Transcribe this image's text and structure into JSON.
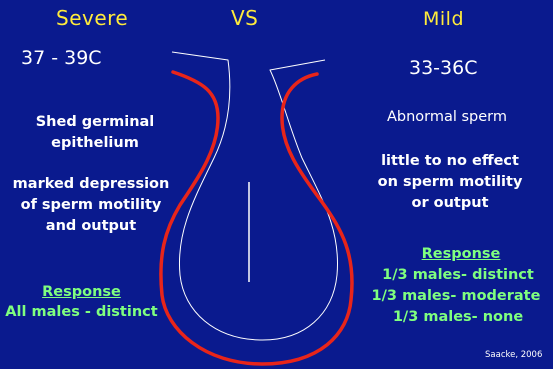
{
  "left": {
    "heading": "Severe",
    "temperature": "37 - 39C",
    "effect1_line1": "Shed germinal",
    "effect1_line2": "epithelium",
    "effect2_line1": "marked depression",
    "effect2_line2": "of sperm motility",
    "effect2_line3": "and output",
    "response_label": "Response",
    "response_text": "All males - distinct"
  },
  "center": {
    "vs": "VS"
  },
  "right": {
    "heading": "Mild",
    "temperature": "33-36C",
    "effect1": "Abnormal sperm",
    "effect2_line1": "little to no effect",
    "effect2_line2": "on sperm motility",
    "effect2_line3": "or output",
    "response_label": "Response",
    "response_lines": [
      "1/3 males- distinct",
      "1/3 males- moderate",
      "1/3 males- none"
    ]
  },
  "citation": "Saacke, 2006",
  "colors": {
    "background": "#0a1a8e",
    "heading": "#ffeb3b",
    "response": "#7fff7f",
    "red_outline": "#e8251a",
    "white_outline": "#ffffff"
  }
}
